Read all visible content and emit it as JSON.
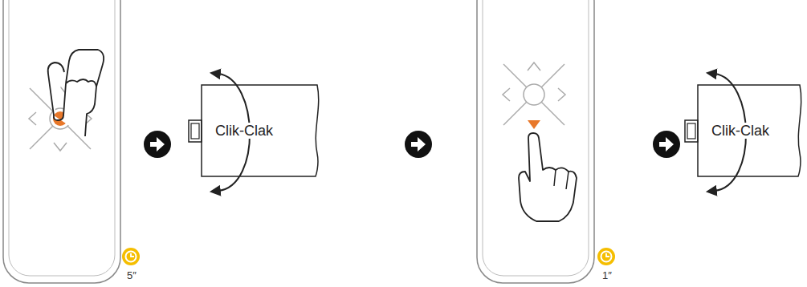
{
  "diagram": {
    "nodes": [
      {
        "text": [
          "Clik-Clak"
        ]
      },
      {
        "text": [
          "Clik-Clak"
        ]
      }
    ],
    "labels": [
      "5″",
      "1″"
    ]
  }
}
